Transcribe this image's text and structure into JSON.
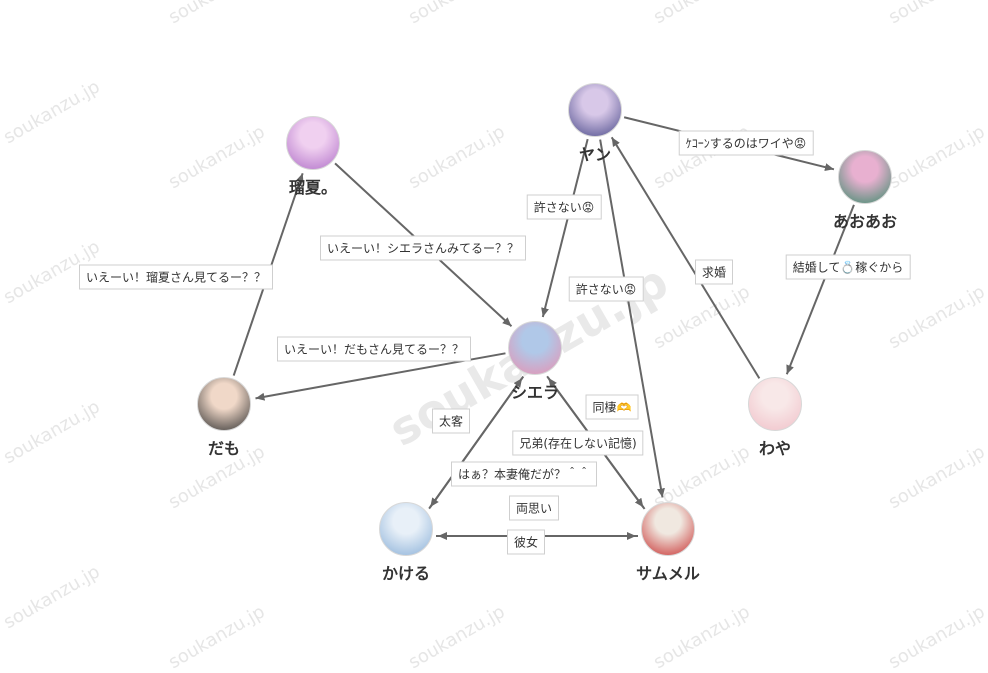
{
  "watermark": {
    "text": "soukanzu.jp",
    "center_text": "soukanzu.jp"
  },
  "nodes": [
    {
      "id": "ruka",
      "name": "瑠夏。",
      "avatar_colors": [
        "#b070c8",
        "#f0d0f0"
      ]
    },
    {
      "id": "yan",
      "name": "ヤン",
      "avatar_colors": [
        "#4a4a8a",
        "#d8c8e8"
      ]
    },
    {
      "id": "aoao",
      "name": "あおあお",
      "avatar_colors": [
        "#3a8a6a",
        "#e8b0d0"
      ]
    },
    {
      "id": "siera",
      "name": "シエラ",
      "avatar_colors": [
        "#e890b0",
        "#b0c8e8"
      ]
    },
    {
      "id": "damo",
      "name": "だも",
      "avatar_colors": [
        "#303030",
        "#f0d8c8"
      ]
    },
    {
      "id": "waya",
      "name": "わや",
      "avatar_colors": [
        "#f0c0c8",
        "#f8e8e8"
      ]
    },
    {
      "id": "kakeru",
      "name": "かける",
      "avatar_colors": [
        "#8ab0d8",
        "#e8f0f8"
      ]
    },
    {
      "id": "samumel",
      "name": "サムメル",
      "avatar_colors": [
        "#c83030",
        "#f0e8e0"
      ]
    }
  ],
  "edges": [
    {
      "from": "ruka",
      "to": "siera",
      "label": "いえーい！シエラさんみてるー？？"
    },
    {
      "from": "damo",
      "to": "ruka",
      "label": "いえーい！瑠夏さん見てるー？？"
    },
    {
      "from": "siera",
      "to": "damo",
      "label": "いえーい！だもさん見てるー？？"
    },
    {
      "from": "yan",
      "to": "siera",
      "label": "許さない😡"
    },
    {
      "from": "yan",
      "to": "samumel",
      "label": "許さない😡"
    },
    {
      "from": "yan",
      "to": "aoao",
      "label": "ｹｺｰﾝするのはワイや😡"
    },
    {
      "from": "aoao",
      "to": "waya",
      "label": "結婚して💍稼ぐから"
    },
    {
      "from": "waya",
      "to": "yan",
      "label": "求婚"
    },
    {
      "from": "siera",
      "to": "kakeru",
      "label": "太客"
    },
    {
      "from": "kakeru",
      "to": "siera",
      "label": "はぁ？本妻俺だが？＾＾"
    },
    {
      "from": "samumel",
      "to": "siera",
      "label": "同棲🫶"
    },
    {
      "from": "siera",
      "to": "samumel",
      "label": "兄弟(存在しない記憶)"
    },
    {
      "from": "samumel",
      "to": "kakeru",
      "label": "両思い"
    },
    {
      "from": "kakeru",
      "to": "samumel",
      "label": "彼女"
    }
  ],
  "colors": {
    "edge": "#666666",
    "label_border": "#cfcfcf",
    "text": "#333333"
  }
}
